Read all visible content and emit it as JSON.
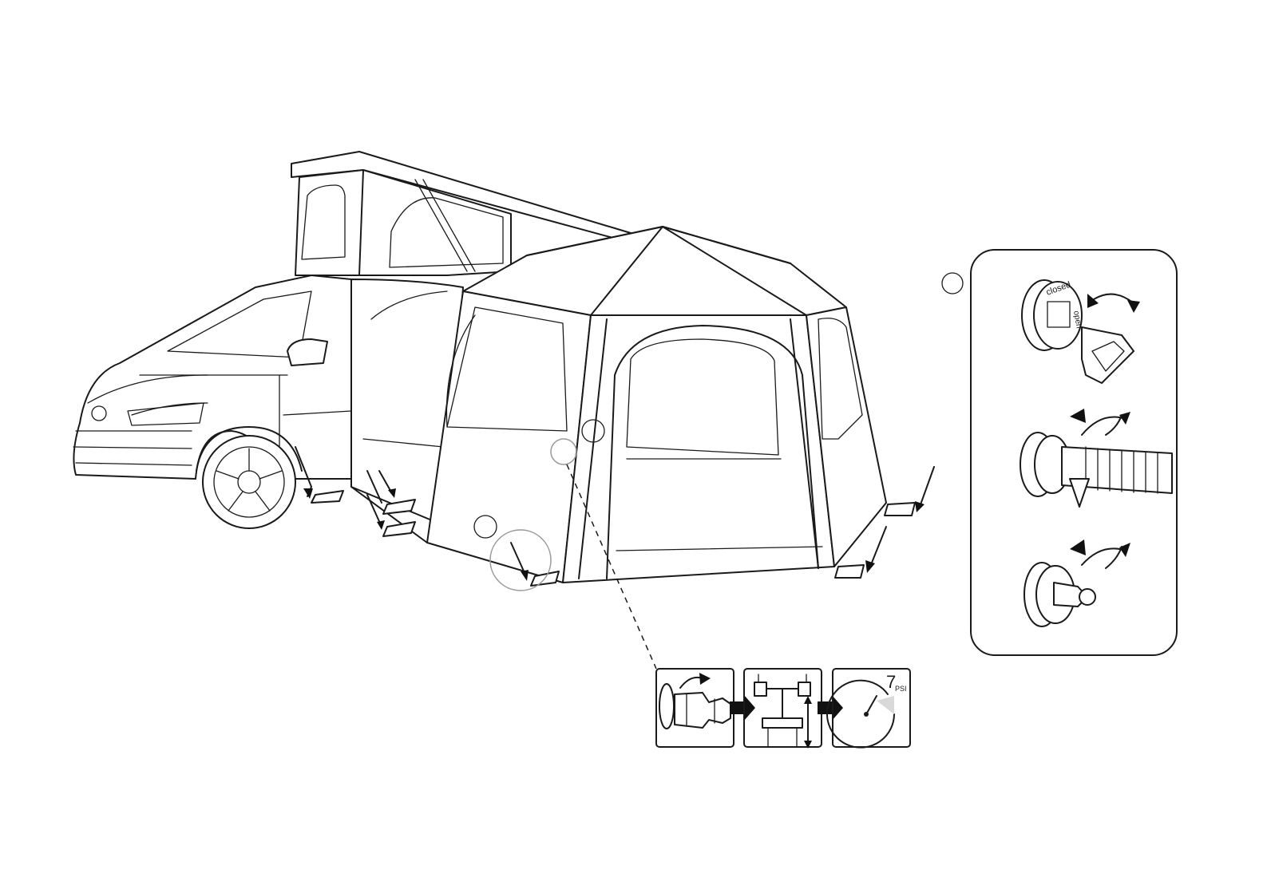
{
  "diagram": {
    "valve_lid_texts": [
      "closed",
      "open"
    ],
    "gauge": {
      "value": "7",
      "unit": "PSI"
    },
    "accent_color": "#1a1a1a",
    "step_arrow_color": "#111111",
    "icons": [
      "van-illustration",
      "awning-illustration",
      "valve-detail-panel",
      "inflation-step-panel",
      "pressure-gauge-icon",
      "step-arrow-icon",
      "peg-arrow-icon",
      "callout-circle-icon"
    ]
  }
}
